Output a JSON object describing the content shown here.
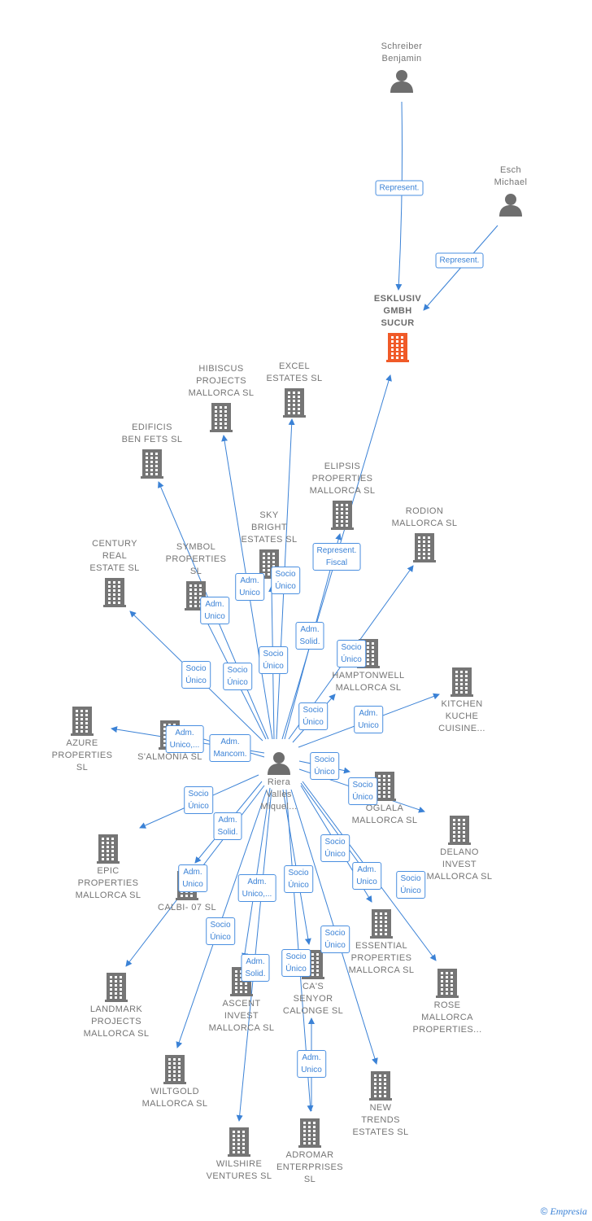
{
  "colors": {
    "edge": "#3b82d6",
    "company_icon": "#757575",
    "highlight_icon": "#f05a28",
    "person_icon": "#6e6e6e"
  },
  "nodes": [
    {
      "id": "schreiber",
      "type": "person",
      "label": "Schreiber\nBenjamin"
    },
    {
      "id": "esch",
      "type": "person",
      "label": "Esch\nMichael"
    },
    {
      "id": "esklusiv",
      "type": "company",
      "highlight": true,
      "label": "ESKLUSIV\nGMBH\nSUCUR"
    },
    {
      "id": "hibiscus",
      "type": "company",
      "label": "HIBISCUS\nPROJECTS\nMALLORCA  SL"
    },
    {
      "id": "excel",
      "type": "company",
      "label": "EXCEL\nESTATES  SL"
    },
    {
      "id": "edificis",
      "type": "company",
      "label": "EDIFICIS\nBEN FETS SL"
    },
    {
      "id": "elipsis",
      "type": "company",
      "label": "ELIPSIS\nPROPERTIES\nMALLORCA  SL"
    },
    {
      "id": "rodion",
      "type": "company",
      "label": "RODION\nMALLORCA  SL"
    },
    {
      "id": "century",
      "type": "company",
      "label": "CENTURY\nREAL\nESTATE  SL"
    },
    {
      "id": "symbol",
      "type": "company",
      "label": "SYMBOL\nPROPERTIES\nSL"
    },
    {
      "id": "skybright",
      "type": "company",
      "label": "SKY\nBRIGHT\nESTATES  SL"
    },
    {
      "id": "hamptonwell",
      "type": "company",
      "label": "HAMPTONWELL\nMALLORCA  SL"
    },
    {
      "id": "kitchen",
      "type": "company",
      "label": "KITCHEN\nKUCHE\nCUISINE..."
    },
    {
      "id": "azure",
      "type": "company",
      "label": "AZURE\nPROPERTIES\nSL"
    },
    {
      "id": "salmonia",
      "type": "company",
      "label": "S'ALMONIA SL"
    },
    {
      "id": "riera",
      "type": "person",
      "label": "Riera\nValles\nMiquel..."
    },
    {
      "id": "oglala",
      "type": "company",
      "label": "OGLALA\nMALLORCA  SL"
    },
    {
      "id": "delano",
      "type": "company",
      "label": "DELANO\nINVEST\nMALLORCA  SL"
    },
    {
      "id": "epic",
      "type": "company",
      "label": "EPIC\nPROPERTIES\nMALLORCA  SL"
    },
    {
      "id": "calbi",
      "type": "company",
      "label": "CALBI- 07 SL"
    },
    {
      "id": "essential",
      "type": "company",
      "label": "ESSENTIAL\nPROPERTIES\nMALLORCA  SL"
    },
    {
      "id": "rose",
      "type": "company",
      "label": "ROSE\nMALLORCA\nPROPERTIES..."
    },
    {
      "id": "landmark",
      "type": "company",
      "label": "LANDMARK\nPROJECTS\nMALLORCA  SL"
    },
    {
      "id": "ascent",
      "type": "company",
      "label": "ASCENT\nINVEST\nMALLORCA  SL"
    },
    {
      "id": "casenyor",
      "type": "company",
      "label": "CA'S\nSENYOR\nCALONGE  SL"
    },
    {
      "id": "wiltgold",
      "type": "company",
      "label": "WILTGOLD\nMALLORCA  SL"
    },
    {
      "id": "newtrends",
      "type": "company",
      "label": "NEW\nTRENDS\nESTATES  SL"
    },
    {
      "id": "wilshire",
      "type": "company",
      "label": "WILSHIRE\nVENTURES  SL"
    },
    {
      "id": "adromar",
      "type": "company",
      "label": "ADROMAR\nENTERPRISES\nSL"
    }
  ],
  "edges": [
    {
      "from": "schreiber",
      "to": "esklusiv",
      "label": "Represent."
    },
    {
      "from": "esch",
      "to": "esklusiv",
      "label": "Represent."
    },
    {
      "from": "riera",
      "to": "esklusiv",
      "label": "Represent.\nFiscal"
    },
    {
      "from": "riera",
      "to": "hibiscus",
      "label": "Adm.\nUnico"
    },
    {
      "from": "riera",
      "to": "excel",
      "label": "Socio\nÚnico"
    },
    {
      "from": "riera",
      "to": "edificis",
      "label": "Adm.\nUnico"
    },
    {
      "from": "riera",
      "to": "elipsis",
      "label": "Adm.\nSolid."
    },
    {
      "from": "riera",
      "to": "rodion",
      "label": "Socio\nÚnico"
    },
    {
      "from": "riera",
      "to": "century",
      "label": "Socio\nÚnico"
    },
    {
      "from": "riera",
      "to": "symbol",
      "label": "Socio\nÚnico"
    },
    {
      "from": "riera",
      "to": "skybright",
      "label": "Socio\nÚnico"
    },
    {
      "from": "riera",
      "to": "hamptonwell",
      "label": "Socio\nÚnico"
    },
    {
      "from": "riera",
      "to": "kitchen",
      "label": "Adm.\nUnico"
    },
    {
      "from": "riera",
      "to": "azure",
      "label": "Adm.\nUnico,..."
    },
    {
      "from": "riera",
      "to": "salmonia",
      "label": "Adm.\nMancom."
    },
    {
      "from": "riera",
      "to": "oglala",
      "label": "Socio\nÚnico"
    },
    {
      "from": "riera",
      "to": "delano",
      "label": "Socio\nÚnico"
    },
    {
      "from": "riera",
      "to": "epic",
      "label": "Socio\nÚnico"
    },
    {
      "from": "riera",
      "to": "calbi",
      "label": "Adm.\nSolid."
    },
    {
      "from": "riera",
      "to": "landmark",
      "label": "Adm.\nUnico"
    },
    {
      "from": "riera",
      "to": "essential",
      "label": "Socio\nÚnico"
    },
    {
      "from": "riera",
      "to": "rose",
      "label": "Socio\nÚnico"
    },
    {
      "from": "riera",
      "to": "ascent",
      "label": "Adm.\nUnico,..."
    },
    {
      "from": "riera",
      "to": "wiltgold",
      "label": "Socio\nÚnico"
    },
    {
      "from": "riera",
      "to": "casenyor",
      "label": "Socio\nÚnico"
    },
    {
      "from": "riera",
      "to": "newtrends",
      "label": "Socio\nÚnico"
    },
    {
      "from": "riera",
      "to": "wilshire",
      "label": "Adm.\nSolid."
    },
    {
      "from": "riera",
      "to": "adromar",
      "label": "Socio\nÚnico"
    },
    {
      "from": "adromar",
      "to": "adromar_up",
      "label": "Adm.\nUnico"
    },
    {
      "from": "riera",
      "to": "essential_adm",
      "label": "Adm.\nUnico"
    }
  ],
  "footer": {
    "copyright": "©",
    "brand": "Empresia"
  }
}
